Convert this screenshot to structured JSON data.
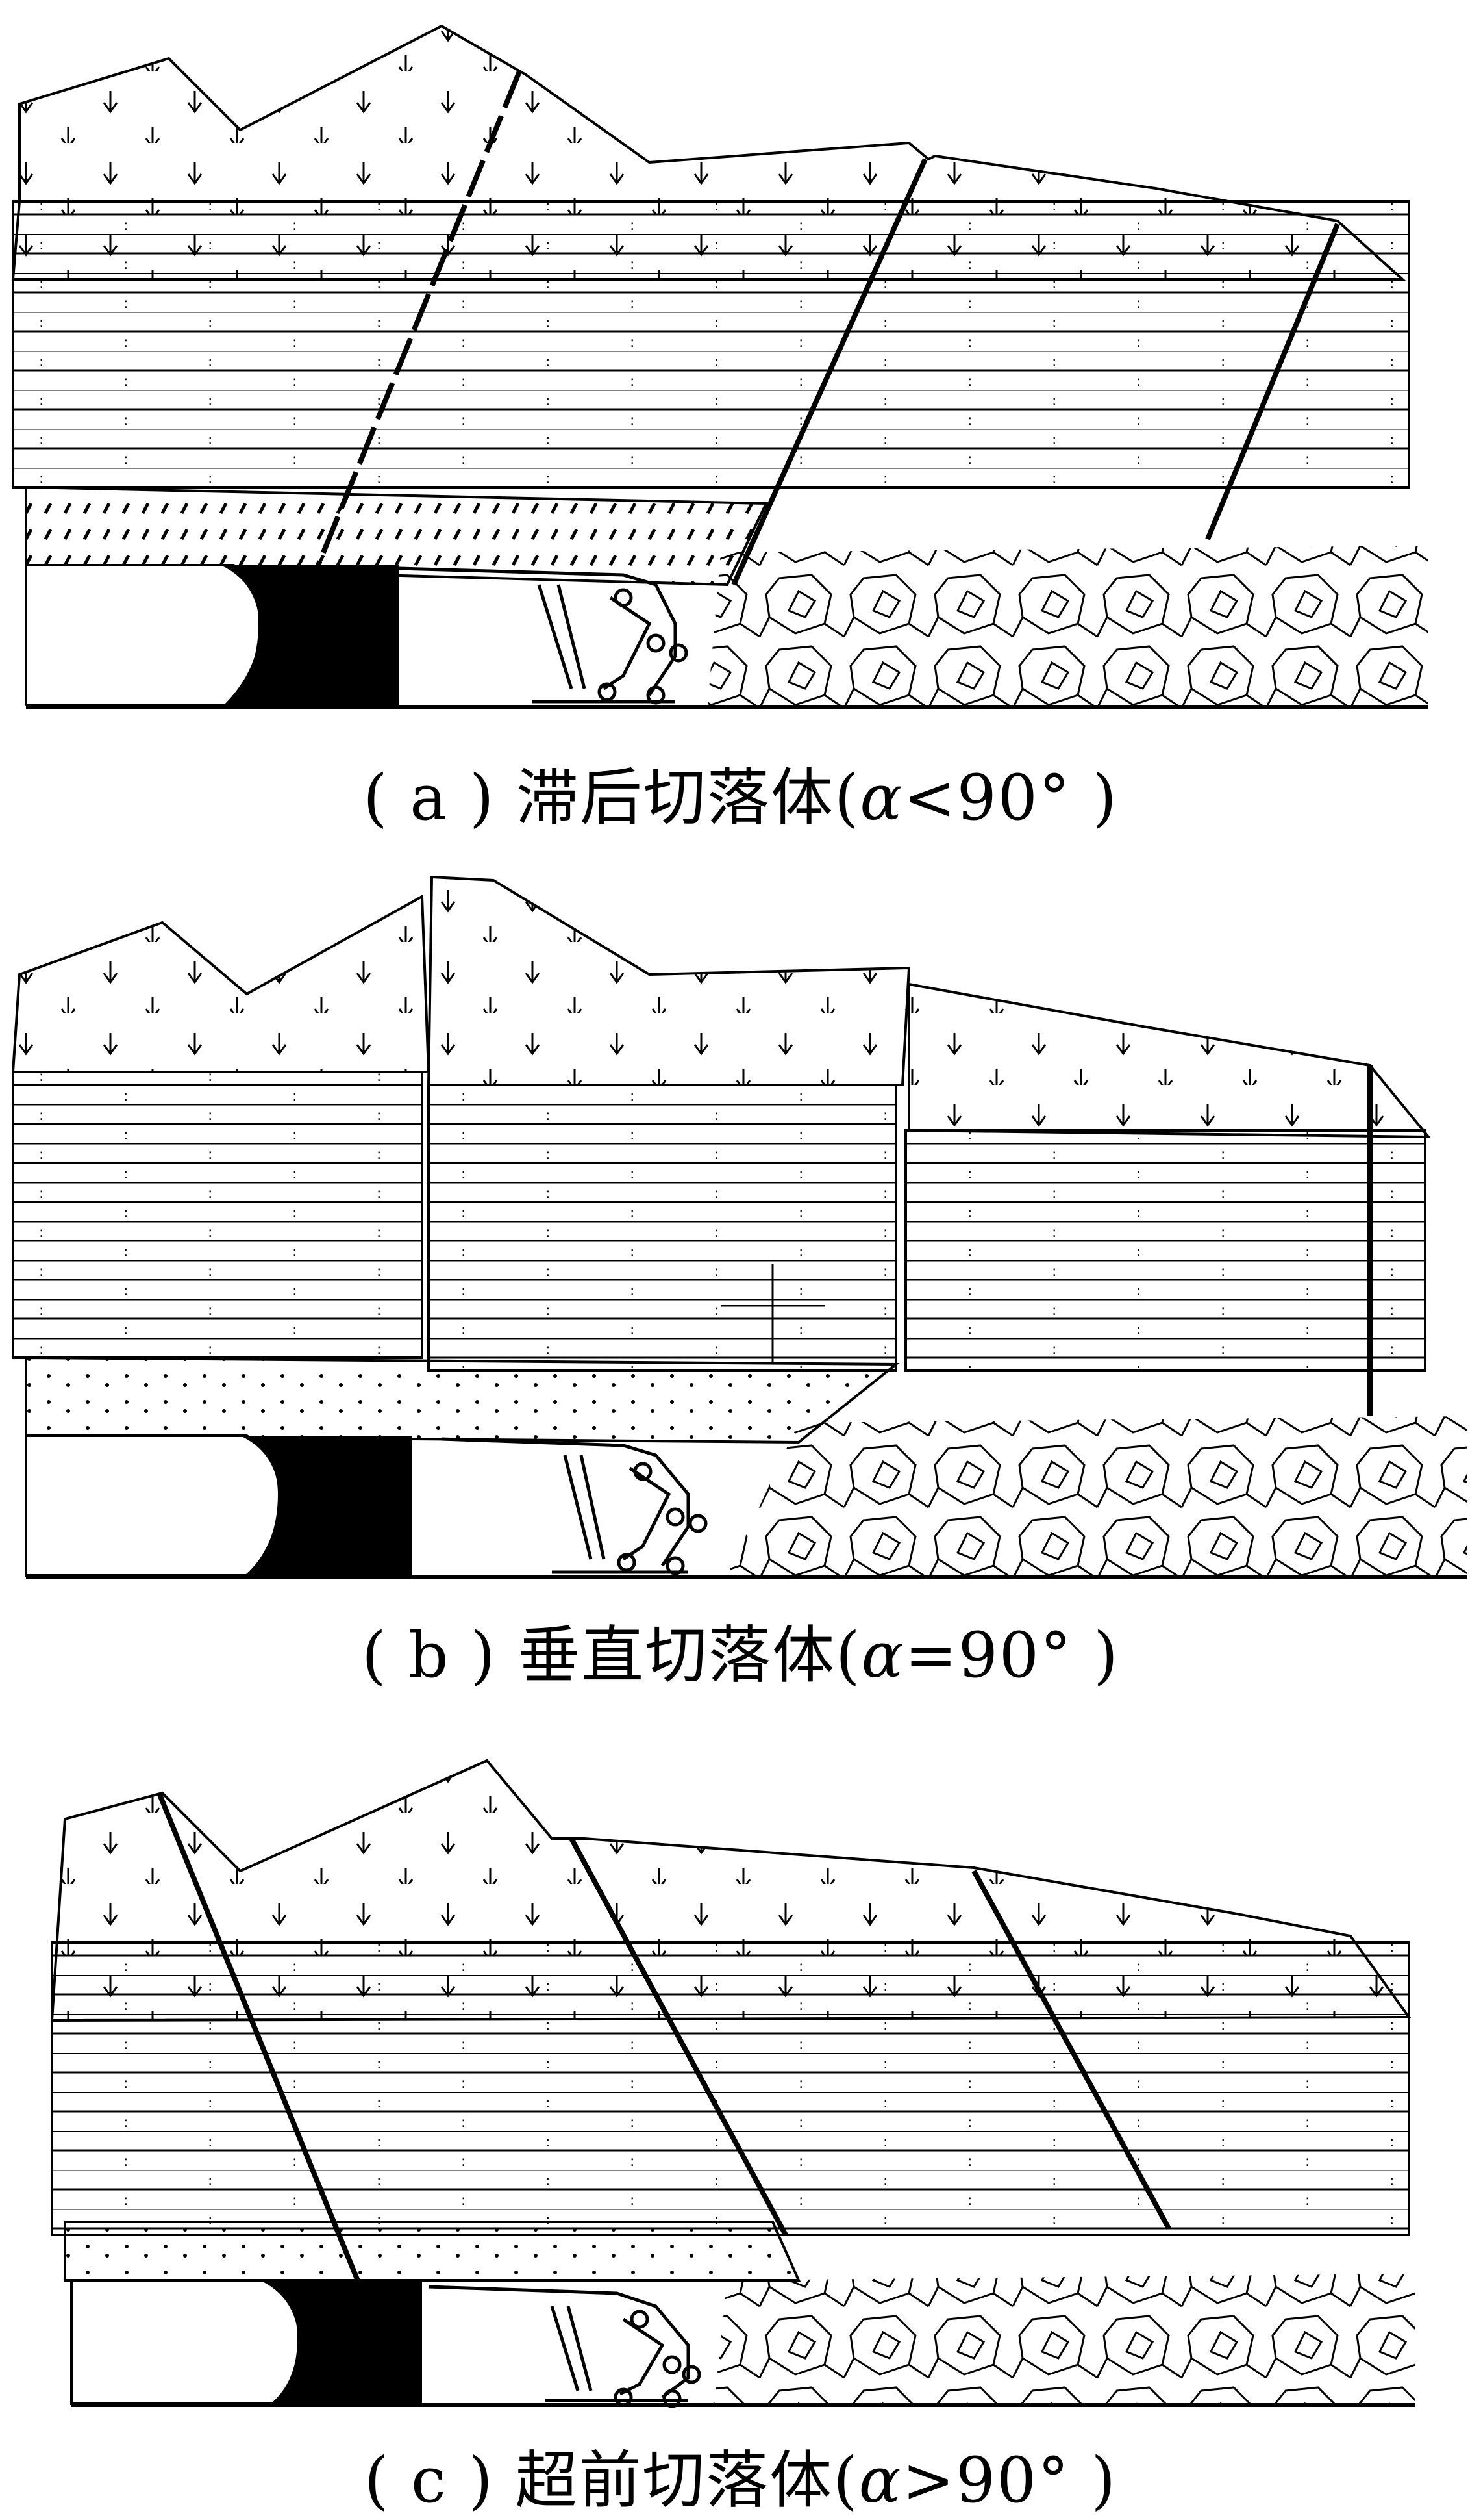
{
  "panels": [
    {
      "id": "a",
      "caption_prefix": "( a ) 滞后切落体(",
      "alpha_symbol": "α",
      "caption_suffix": "<90° )"
    },
    {
      "id": "b",
      "caption_prefix": "( b ) 垂直切落体(",
      "alpha_symbol": "α",
      "caption_suffix": "=90° )"
    },
    {
      "id": "c",
      "caption_prefix": "( c ) 超前切落体(",
      "alpha_symbol": "α",
      "caption_suffix": ">90° )"
    }
  ],
  "colors": {
    "line": "#000000",
    "background": "#ffffff",
    "coal": "#000000"
  }
}
